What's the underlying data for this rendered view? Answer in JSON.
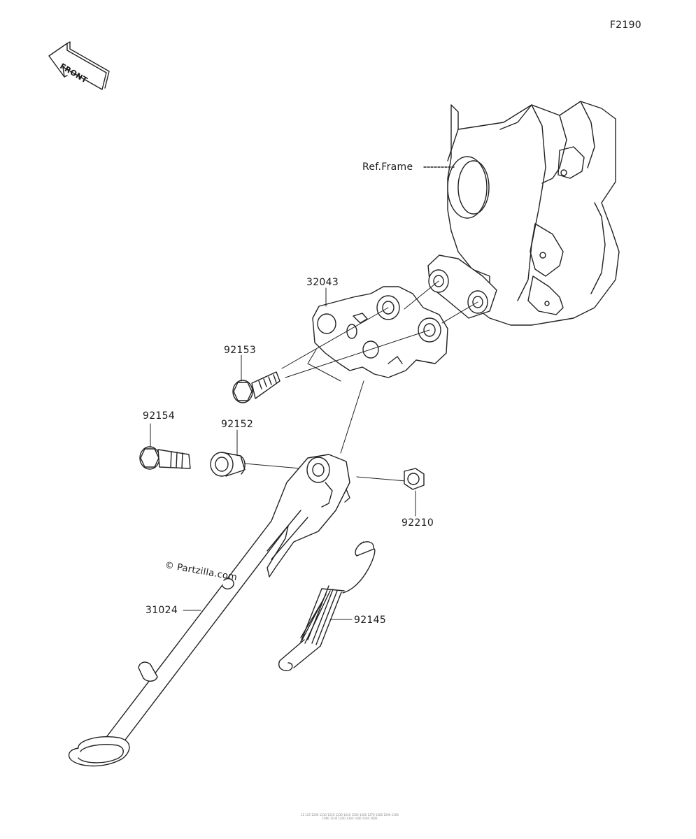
{
  "diagram_code": "F2190",
  "front_label": "FRONT",
  "ref_frame_label": "Ref.Frame",
  "watermark": "© Partzilla.com",
  "parts": [
    {
      "id": "32043"
    },
    {
      "id": "92153"
    },
    {
      "id": "92154"
    },
    {
      "id": "92152"
    },
    {
      "id": "92210"
    },
    {
      "id": "92145"
    },
    {
      "id": "31024"
    }
  ],
  "footer_line1": "12 125 1200 1210 1220 1230 1240 1250 1260 1270 1280 1290 1300",
  "footer_line2": "1000 1100 1200 1300 1400 1500 1600"
}
